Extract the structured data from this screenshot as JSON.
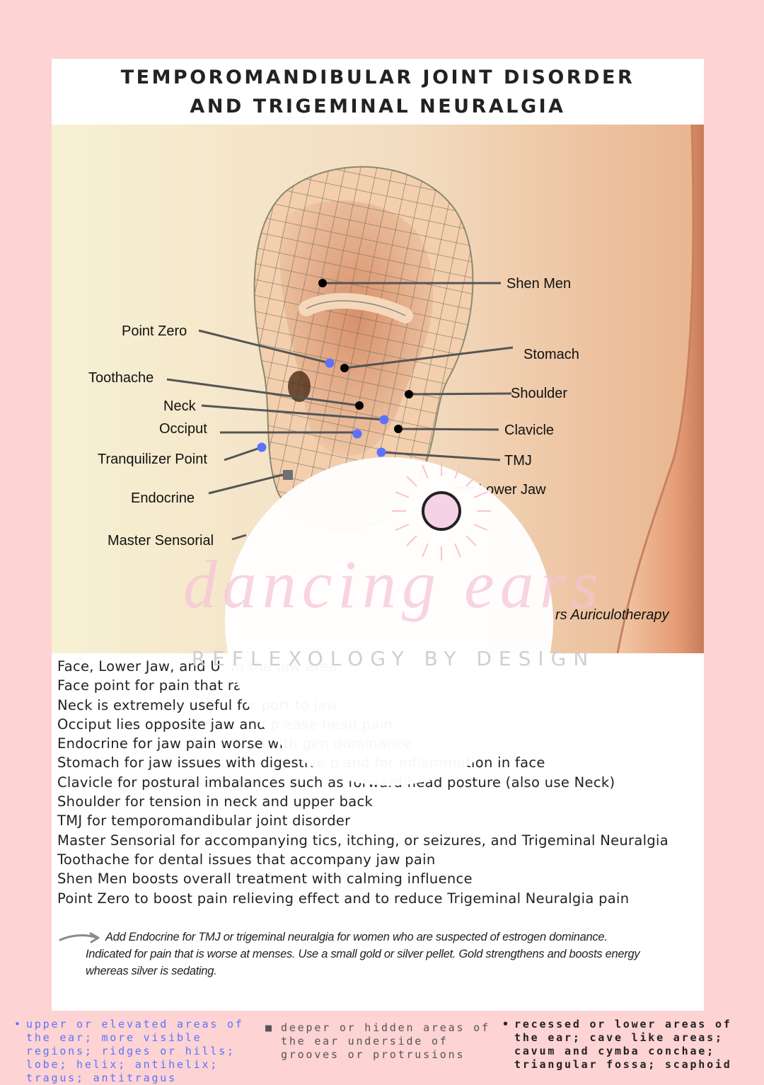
{
  "title": {
    "line1": "TEMPOROMANDIBULAR JOINT DISORDER",
    "line2": "AND TRIGEMINAL NEURALGIA"
  },
  "diagram": {
    "labels": {
      "shen_men": "Shen Men",
      "point_zero": "Point Zero",
      "stomach": "Stomach",
      "toothache": "Toothache",
      "shoulder": "Shoulder",
      "neck": "Neck",
      "occiput": "Occiput",
      "clavicle": "Clavicle",
      "tranquilizer_point": "Tranquilizer Point",
      "tmj": "TMJ",
      "endocrine": "Endocrine",
      "lower_jaw": "Lower Jaw",
      "master_sensorial": "Master Sensorial"
    },
    "credit": "rs Auriculotherapy",
    "colors": {
      "elevated_point": "#5b72ff",
      "hidden_point": "#707070",
      "recessed_point": "#000000"
    }
  },
  "notes": [
    "Face, Lower Jaw, and U                                                              in the jaw area",
    "Face point for pain that ra",
    "Neck is extremely useful for                                                      port to jaw",
    "Occiput lies opposite jaw and p                                                  ease head pain",
    "Endocrine for jaw pain worse with                                         gen dominance",
    "Stomach for jaw issues with digestive p                  and for inflammation in face",
    "Clavicle for postural imbalances such as forward head posture (also use Neck)",
    "Shoulder for tension in neck and upper back",
    "TMJ for temporomandibular joint disorder",
    "Master Sensorial for accompanying tics, itching, or seizures, and Trigeminal Neuralgia",
    "Toothache for dental issues that accompany jaw pain",
    "Shen Men boosts overall treatment with calming influence",
    "Point Zero to boost pain relieving effect and to reduce Trigeminal Neuralgia pain"
  ],
  "tip": {
    "line1": "Add Endocrine for TMJ or trigeminal neuralgia for women who are suspected of estrogen dominance.",
    "line2": "Indicated for pain that is worse at menses. Use a small gold or silver pellet. Gold strengthens and boosts energy",
    "line3": "whereas silver is sedating."
  },
  "watermark": {
    "script": "dancing ears",
    "tagline": "REFLEXOLOGY BY DESIGN"
  },
  "legend": [
    {
      "marker": "•",
      "text": "upper or elevated areas of the ear; more visible regions; ridges or hills; lobe; helix; antihelix; tragus; antitragus",
      "color": "#5b72ff"
    },
    {
      "marker": "■",
      "text": "deeper or hidden  areas of the ear underside of grooves or protrusions",
      "color": "#555555"
    },
    {
      "marker": "•",
      "text": "recessed or lower areas of the ear; cave like areas;  cavum and cymba conchae; triangular fossa; scaphoid",
      "color": "#222222"
    }
  ]
}
